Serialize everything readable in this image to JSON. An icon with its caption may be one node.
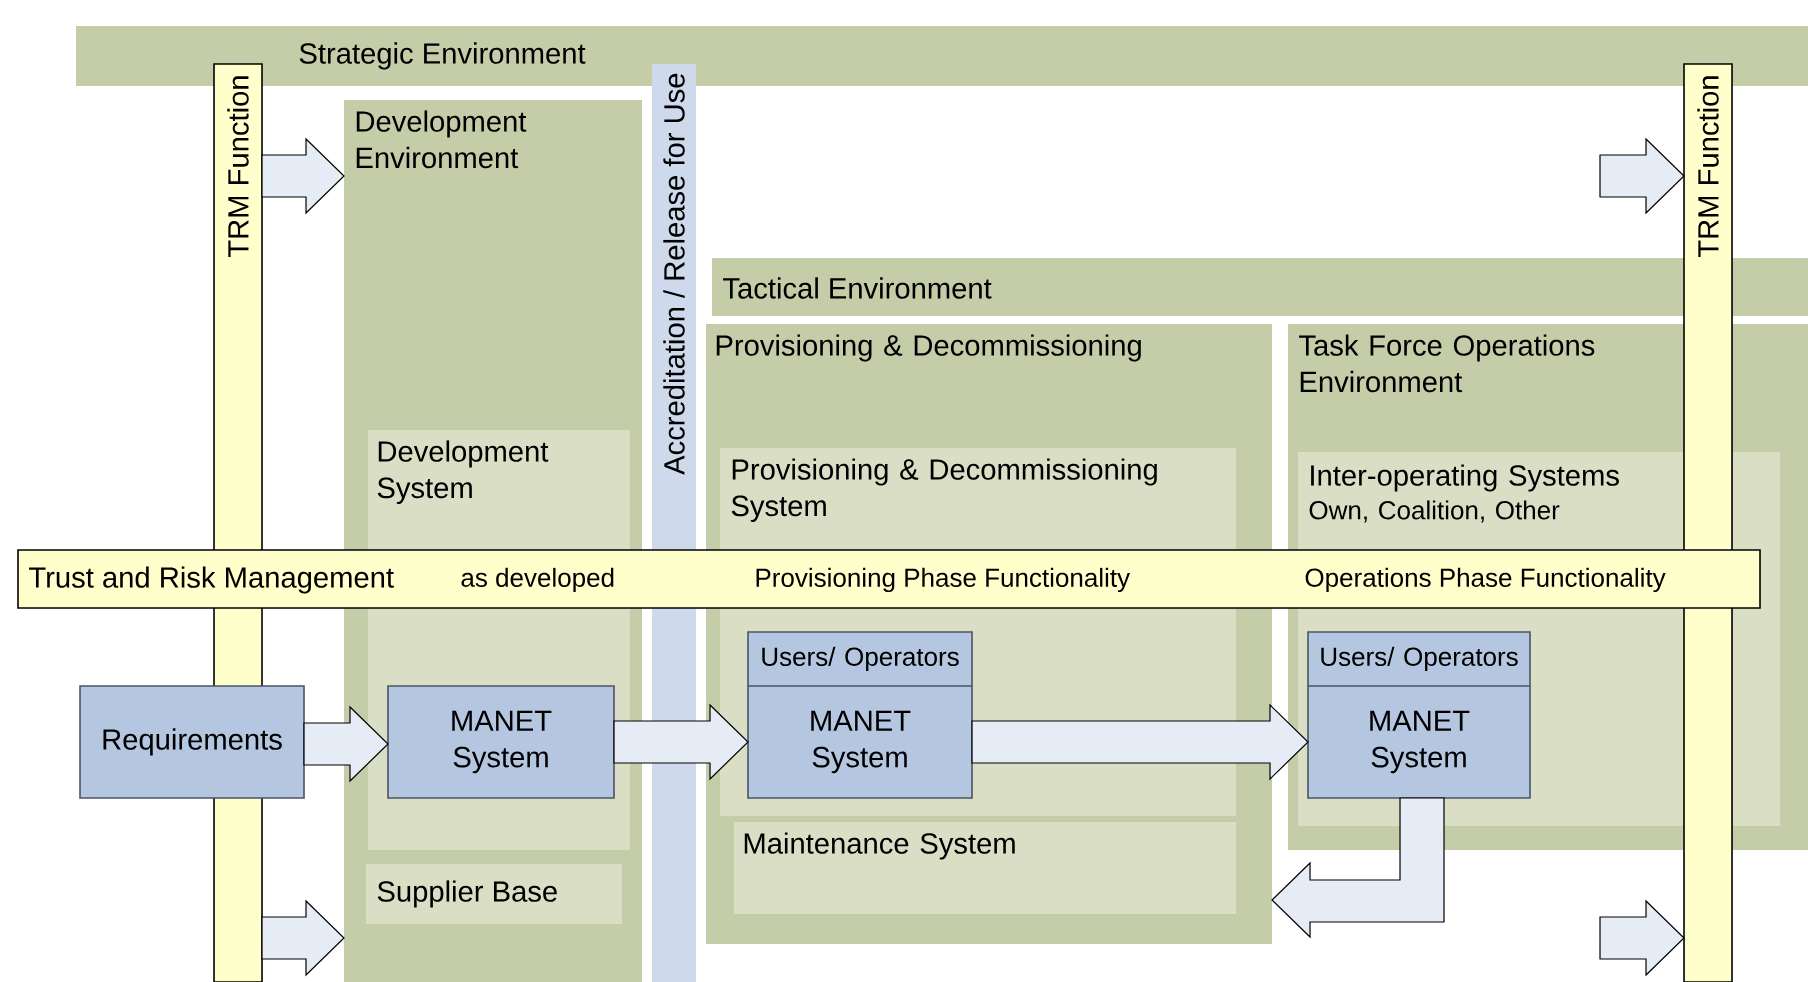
{
  "diagram": {
    "nodes": [
      {
        "text": [
          "Strategic Environment"
        ]
      },
      {
        "text": [
          "TRM Function"
        ]
      },
      {
        "text": [
          "Development Environment"
        ]
      },
      {
        "text": [
          "Development System"
        ],
        "in": 2
      },
      {
        "text": [
          "Supplier Base"
        ],
        "in": 2
      },
      {
        "text": [
          "Accreditation / Release for Use"
        ]
      },
      {
        "text": [
          "Tactical Environment"
        ]
      },
      {
        "text": [
          "Provisioning & Decommissioning"
        ]
      },
      {
        "text": [
          "Provisioning & Decommissioning System"
        ],
        "in": 7
      },
      {
        "text": [
          "Maintenance System"
        ],
        "in": 7
      },
      {
        "text": [
          "Task Force Operations Environment"
        ]
      },
      {
        "text": [
          "Inter-operating Systems",
          "Own, Coalition, Other"
        ],
        "in": 10
      },
      {
        "text": [
          "TRM Function"
        ]
      },
      {
        "text": [
          "Trust and Risk Management",
          "as developed",
          "Provisioning Phase Functionality",
          "Operations Phase Functionality"
        ]
      },
      {
        "text": [
          "Requirements"
        ]
      },
      {
        "text": [
          "MANET System"
        ],
        "in": 3
      },
      {
        "text": [
          "Users/ Operators",
          "MANET System"
        ],
        "in": 8
      },
      {
        "text": [
          "Users/ Operators",
          "MANET System"
        ],
        "in": 11
      }
    ],
    "edges": [
      {
        "from": 1,
        "to": 2,
        "arrow": "to"
      },
      {
        "from": 1,
        "to": 2,
        "arrow": "to"
      },
      {
        "from": null,
        "to": 12,
        "arrow": "to"
      },
      {
        "from": null,
        "to": 12,
        "arrow": "to"
      },
      {
        "from": 14,
        "to": 15,
        "arrow": "to"
      },
      {
        "from": 15,
        "to": 16,
        "arrow": "to"
      },
      {
        "from": 16,
        "to": 17,
        "arrow": "to"
      },
      {
        "from": 17,
        "to": 7,
        "arrow": "to"
      }
    ]
  }
}
